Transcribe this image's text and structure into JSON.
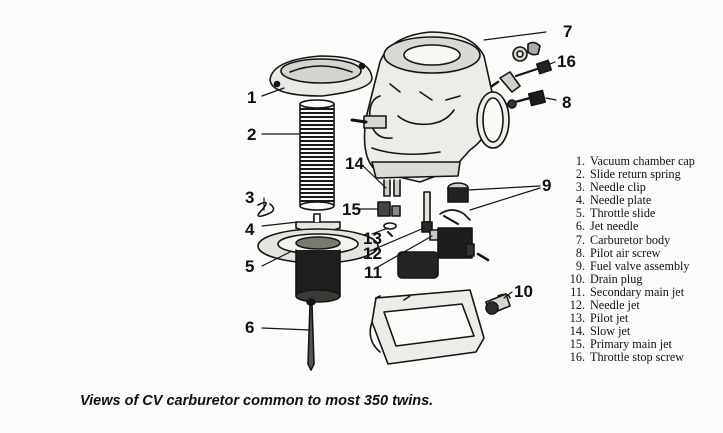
{
  "callouts": {
    "c1": "1",
    "c2": "2",
    "c3": "3",
    "c4": "4",
    "c5": "5",
    "c6": "6",
    "c7": "7",
    "c8": "8",
    "c9": "9",
    "c10": "10",
    "c11": "11",
    "c12": "12",
    "c13": "13",
    "c14": "14",
    "c15": "15",
    "c16": "16"
  },
  "legend": [
    {
      "num": "1.",
      "label": "Vacuum chamber cap"
    },
    {
      "num": "2.",
      "label": "Slide return spring"
    },
    {
      "num": "3.",
      "label": "Needle clip"
    },
    {
      "num": "4.",
      "label": "Needle plate"
    },
    {
      "num": "5.",
      "label": "Throttle slide"
    },
    {
      "num": "6.",
      "label": "Jet needle"
    },
    {
      "num": "7.",
      "label": "Carburetor body"
    },
    {
      "num": "8.",
      "label": "Pilot air screw"
    },
    {
      "num": "9.",
      "label": "Fuel valve assembly"
    },
    {
      "num": "10.",
      "label": "Drain plug"
    },
    {
      "num": "11.",
      "label": "Secondary main jet"
    },
    {
      "num": "12.",
      "label": "Needle jet"
    },
    {
      "num": "13.",
      "label": "Pilot jet"
    },
    {
      "num": "14.",
      "label": "Slow jet"
    },
    {
      "num": "15.",
      "label": "Primary main jet"
    },
    {
      "num": "16.",
      "label": "Throttle stop screw"
    }
  ],
  "caption": "Views of CV carburetor common to most 350 twins."
}
